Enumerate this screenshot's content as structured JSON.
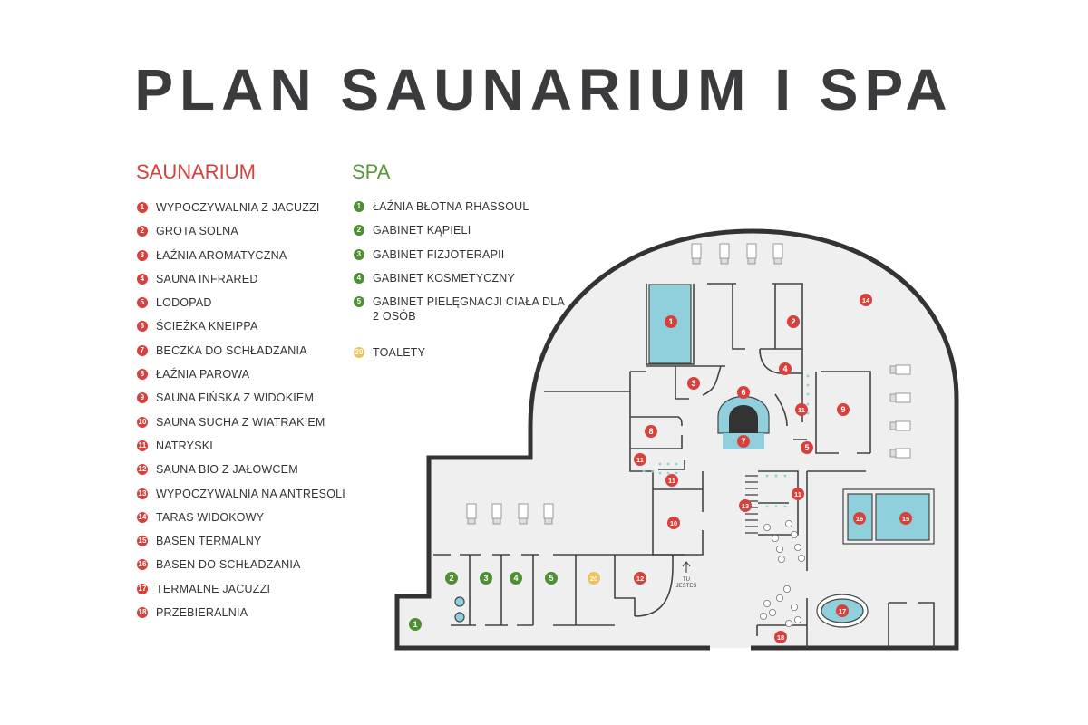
{
  "title": "PLAN SAUNARIUM I SPA",
  "saunarium": {
    "heading": "SAUNARIUM",
    "items": [
      {
        "num": "1",
        "label": "WYPOCZYWALNIA Z JACUZZI"
      },
      {
        "num": "2",
        "label": "GROTA SOLNA"
      },
      {
        "num": "3",
        "label": "ŁAŹNIA AROMATYCZNA"
      },
      {
        "num": "4",
        "label": "SAUNA INFRARED"
      },
      {
        "num": "5",
        "label": "LODOPAD"
      },
      {
        "num": "6",
        "label": "ŚCIEŻKA KNEIPPA"
      },
      {
        "num": "7",
        "label": "BECZKA DO SCHŁADZANIA"
      },
      {
        "num": "8",
        "label": "ŁAŹNIA PAROWA"
      },
      {
        "num": "9",
        "label": "SAUNA FIŃSKA Z WIDOKIEM"
      },
      {
        "num": "10",
        "label": "SAUNA SUCHA Z WIATRAKIEM"
      },
      {
        "num": "11",
        "label": "NATRYSKI"
      },
      {
        "num": "12",
        "label": "SAUNA BIO Z JAŁOWCEM"
      },
      {
        "num": "13",
        "label": "WYPOCZYWALNIA  NA ANTRESOLI"
      },
      {
        "num": "14",
        "label": "TARAS WIDOKOWY"
      },
      {
        "num": "15",
        "label": "BASEN TERMALNY"
      },
      {
        "num": "16",
        "label": "BASEN DO SCHŁADZANIA"
      },
      {
        "num": "17",
        "label": "TERMALNE JACUZZI"
      },
      {
        "num": "18",
        "label": "PRZEBIERALNIA"
      }
    ]
  },
  "spa": {
    "heading": "SPA",
    "items": [
      {
        "num": "1",
        "label": "ŁAŹNIA BŁOTNA RHASSOUL"
      },
      {
        "num": "2",
        "label": "GABINET KĄPIELI"
      },
      {
        "num": "3",
        "label": "GABINET FIZJOTERAPII"
      },
      {
        "num": "4",
        "label": "GABINET KOSMETYCZNY"
      },
      {
        "num": "5",
        "label": "GABINET PIELĘGNACJI CIAŁA DLA 2 OSÓB"
      }
    ],
    "toilets": {
      "num": "20",
      "label": "TOALETY"
    }
  },
  "map": {
    "you_are_here": "TU JESTEŚ",
    "markers": [
      {
        "label": "1",
        "group": "saunarium"
      },
      {
        "label": "2",
        "group": "saunarium"
      },
      {
        "label": "3",
        "group": "saunarium"
      },
      {
        "label": "4",
        "group": "saunarium"
      },
      {
        "label": "5",
        "group": "saunarium"
      },
      {
        "label": "6",
        "group": "saunarium"
      },
      {
        "label": "7",
        "group": "saunarium"
      },
      {
        "label": "8",
        "group": "saunarium"
      },
      {
        "label": "9",
        "group": "saunarium"
      },
      {
        "label": "10",
        "group": "saunarium"
      },
      {
        "label": "11",
        "group": "saunarium"
      },
      {
        "label": "11",
        "group": "saunarium"
      },
      {
        "label": "11",
        "group": "saunarium"
      },
      {
        "label": "11",
        "group": "saunarium"
      },
      {
        "label": "12",
        "group": "saunarium"
      },
      {
        "label": "13",
        "group": "saunarium"
      },
      {
        "label": "14",
        "group": "saunarium"
      },
      {
        "label": "15",
        "group": "saunarium"
      },
      {
        "label": "16",
        "group": "saunarium"
      },
      {
        "label": "17",
        "group": "saunarium"
      },
      {
        "label": "18",
        "group": "saunarium"
      },
      {
        "label": "1",
        "group": "spa"
      },
      {
        "label": "2",
        "group": "spa"
      },
      {
        "label": "3",
        "group": "spa"
      },
      {
        "label": "4",
        "group": "spa"
      },
      {
        "label": "5",
        "group": "spa"
      },
      {
        "label": "20",
        "group": "toilet"
      }
    ]
  },
  "colors": {
    "saunarium": "#d8413b",
    "spa": "#4f8f34",
    "toilet": "#f0c15a",
    "water": "#8fd0dc",
    "floor": "#efefef",
    "wall": "#333333"
  }
}
